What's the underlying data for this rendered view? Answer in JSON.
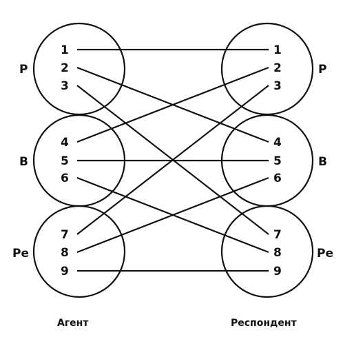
{
  "columns": {
    "left_title": "Агент",
    "right_title": "Респондент"
  },
  "states": [
    {
      "label": "P"
    },
    {
      "label": "B"
    },
    {
      "label": "Pe"
    }
  ],
  "numbers": [
    "1",
    "2",
    "3",
    "4",
    "5",
    "6",
    "7",
    "8",
    "9"
  ],
  "connections": [
    {
      "from": "1",
      "to": "1"
    },
    {
      "from": "2",
      "to": "4"
    },
    {
      "from": "3",
      "to": "7"
    },
    {
      "from": "4",
      "to": "2"
    },
    {
      "from": "5",
      "to": "5"
    },
    {
      "from": "6",
      "to": "8"
    },
    {
      "from": "7",
      "to": "3"
    },
    {
      "from": "8",
      "to": "6"
    },
    {
      "from": "9",
      "to": "9"
    }
  ],
  "colors": {
    "ink": "#111111",
    "background": "#ffffff"
  }
}
